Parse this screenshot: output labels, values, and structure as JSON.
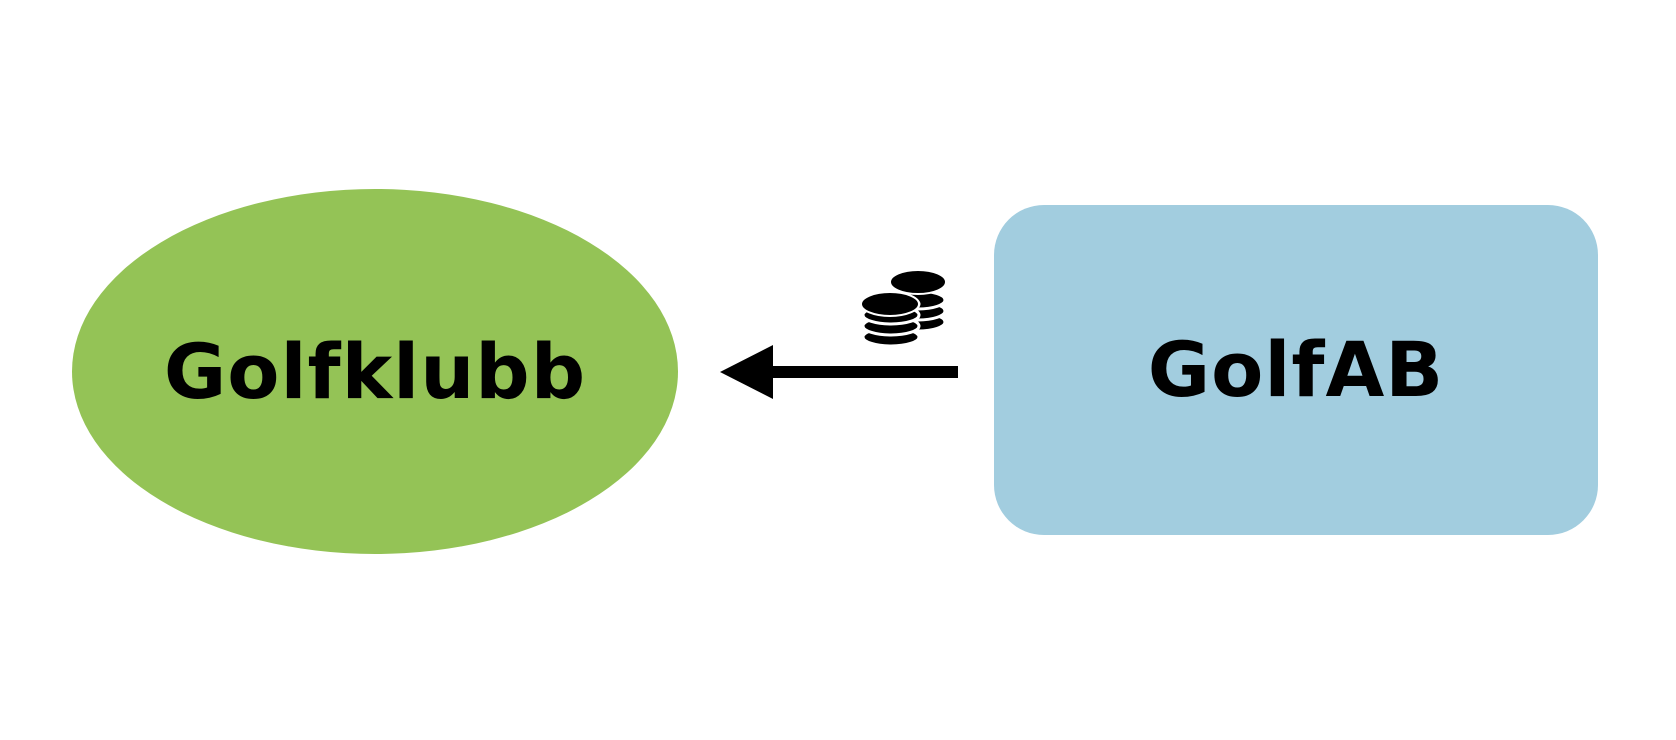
{
  "nodes": {
    "left": {
      "label": "Golfklubb",
      "shape": "ellipse",
      "color": "#94c356"
    },
    "right": {
      "label": "GolfAB",
      "shape": "rounded-rectangle",
      "color": "#a2cddf"
    }
  },
  "edge": {
    "direction": "right-to-left",
    "icon": "coins-icon",
    "color": "#000000"
  }
}
